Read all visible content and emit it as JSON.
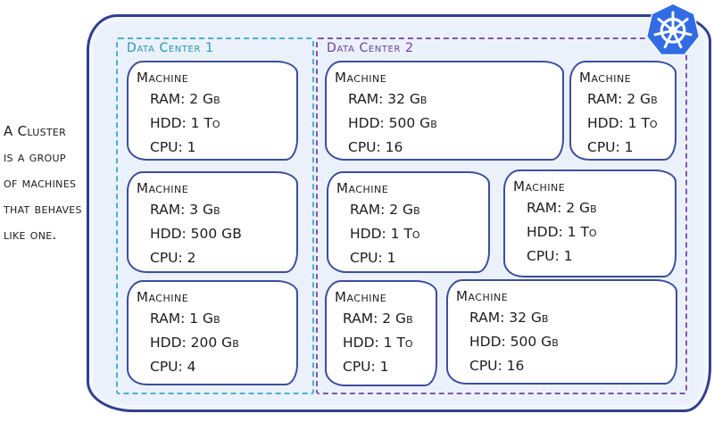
{
  "annotation": {
    "lines": [
      "A Cluster",
      "is a group",
      "of machines",
      "that behaves",
      "like one."
    ]
  },
  "cluster": {
    "data_centers": [
      {
        "label": "Data Center 1",
        "accent_color": "#2795b5",
        "machines": [
          {
            "title": "Machine",
            "ram": "RAM: 2 Gb",
            "hdd": "HDD: 1 To",
            "cpu": "CPU: 1"
          },
          {
            "title": "Machine",
            "ram": "RAM: 3 Gb",
            "hdd": "HDD: 500 GB",
            "cpu": "CPU: 2"
          },
          {
            "title": "Machine",
            "ram": "RAM: 1 Gb",
            "hdd": "HDD: 200 Gb",
            "cpu": "CPU: 4"
          }
        ]
      },
      {
        "label": "Data Center 2",
        "accent_color": "#6d3fa0",
        "machines": [
          {
            "title": "Machine",
            "ram": "RAM: 32 Gb",
            "hdd": "HDD: 500 Gb",
            "cpu": "CPU: 16"
          },
          {
            "title": "Machine",
            "ram": "RAM: 2 Gb",
            "hdd": "HDD: 1 To",
            "cpu": "CPU: 1"
          },
          {
            "title": "Machine",
            "ram": "RAM: 2 Gb",
            "hdd": "HDD: 1 To",
            "cpu": "CPU: 1"
          },
          {
            "title": "Machine",
            "ram": "RAM: 2 Gb",
            "hdd": "HDD: 1 To",
            "cpu": "CPU: 1"
          },
          {
            "title": "Machine",
            "ram": "RAM: 2 Gb",
            "hdd": "HDD: 1 To",
            "cpu": "CPU: 1"
          },
          {
            "title": "Machine",
            "ram": "RAM: 32 Gb",
            "hdd": "HDD: 500 Gb",
            "cpu": "CPU: 16"
          }
        ]
      }
    ]
  },
  "icons": {
    "kubernetes": "kubernetes-helm-icon"
  },
  "colors": {
    "container_fill": "#eaf1fa",
    "container_border": "#303f8f",
    "machine_border": "#3d4d9d",
    "dc1_dash": "#49b0ce",
    "dc2_dash": "#8156ab",
    "kubernetes_blue": "#326ce5",
    "text": "#1b1b1b"
  }
}
